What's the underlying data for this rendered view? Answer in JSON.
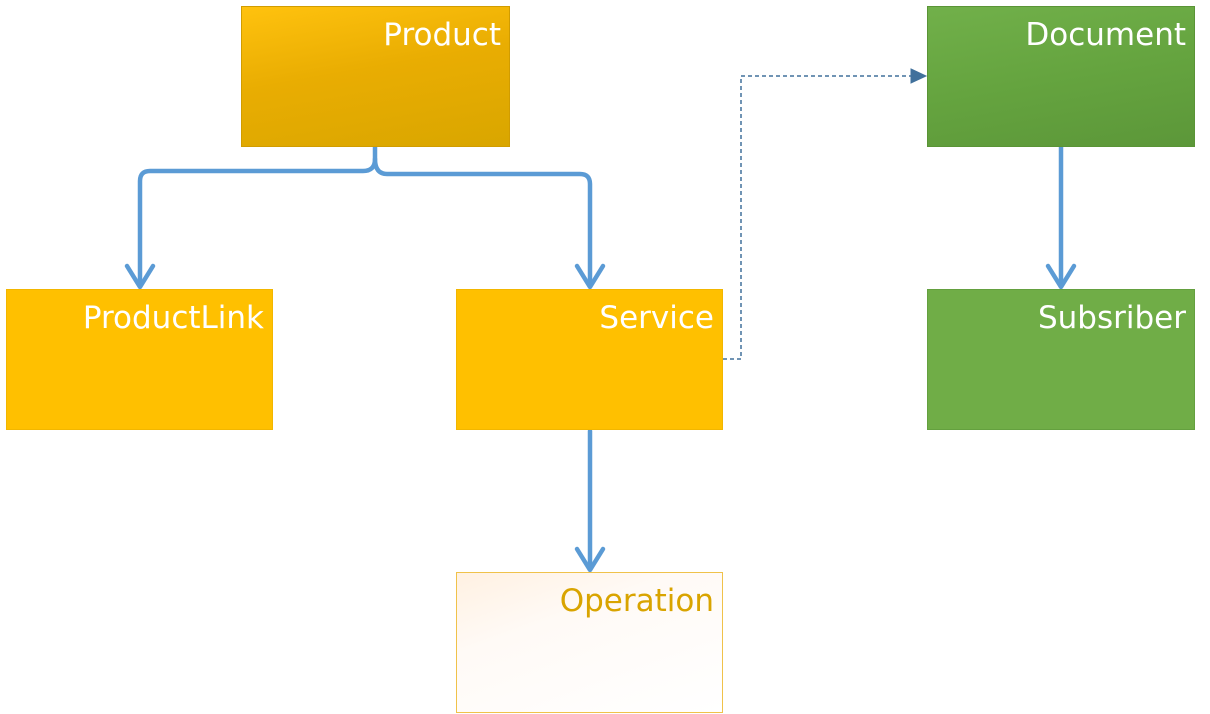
{
  "diagram": {
    "nodes": {
      "product": {
        "label": "Product",
        "fill": "#e9ad02"
      },
      "productlink": {
        "label": "ProductLink",
        "fill": "#ffc000"
      },
      "service": {
        "label": "Service",
        "fill": "#ffc000"
      },
      "operation": {
        "label": "Operation",
        "fill": "#ffffff",
        "border": "#f0c24a",
        "text_color": "#d9a400"
      },
      "document": {
        "label": "Document",
        "fill": "#65a43f"
      },
      "subscriber": {
        "label": "Subsriber",
        "fill": "#70ad47"
      }
    },
    "edges": [
      {
        "from": "product",
        "to": "productlink",
        "style": "solid",
        "color": "#5b9bd5"
      },
      {
        "from": "product",
        "to": "service",
        "style": "solid",
        "color": "#5b9bd5"
      },
      {
        "from": "service",
        "to": "operation",
        "style": "solid",
        "color": "#5b9bd5"
      },
      {
        "from": "service",
        "to": "document",
        "style": "dashed",
        "color": "#41719c"
      },
      {
        "from": "document",
        "to": "subscriber",
        "style": "solid",
        "color": "#5b9bd5"
      }
    ]
  }
}
